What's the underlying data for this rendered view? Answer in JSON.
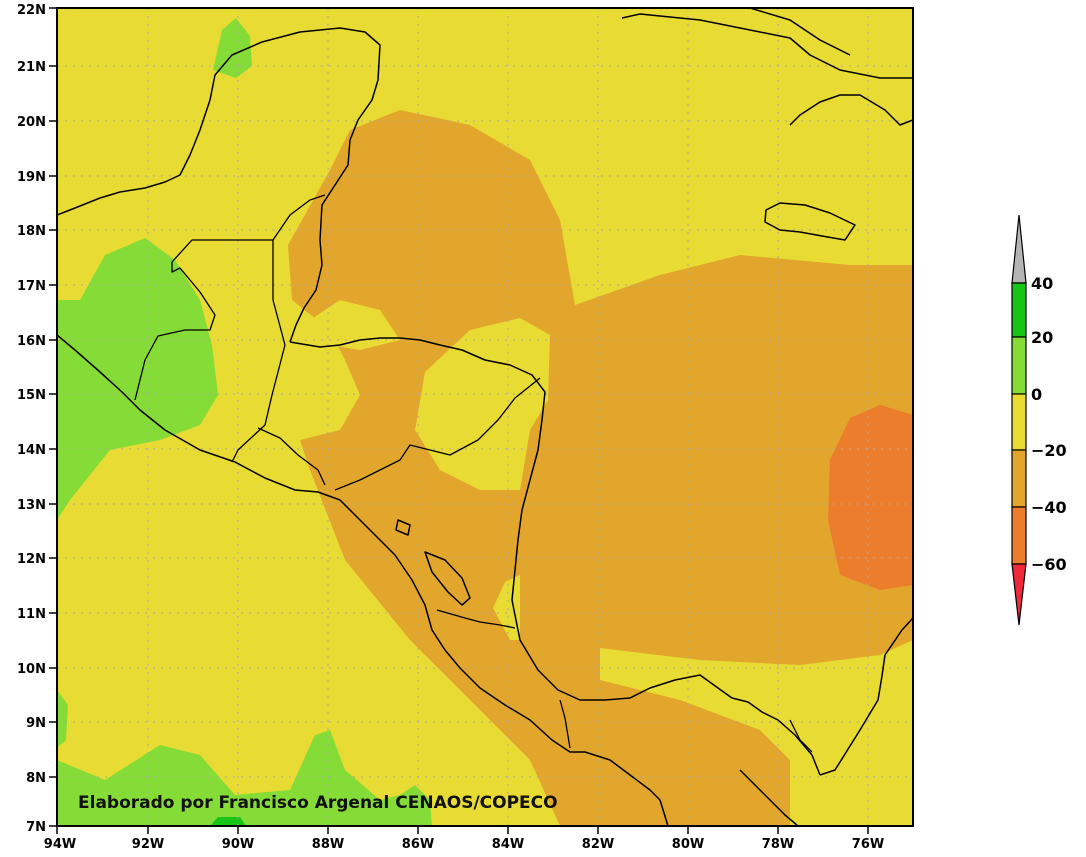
{
  "map": {
    "lat_labels": [
      "22N",
      "21N",
      "20N",
      "19N",
      "18N",
      "17N",
      "16N",
      "15N",
      "14N",
      "13N",
      "12N",
      "11N",
      "10N",
      "9N",
      "8N",
      "7N"
    ],
    "lon_labels": [
      "94W",
      "92W",
      "90W",
      "88W",
      "86W",
      "84W",
      "82W",
      "80W",
      "78W",
      "76W"
    ],
    "extent": {
      "lon_min": -94,
      "lon_max": -75,
      "lat_min": 7,
      "lat_max": 22
    },
    "grid": "dotted",
    "credit": "Elaborado por Francisco Argenal CENAOS/COPECO"
  },
  "colorbar": {
    "labels": [
      "40",
      "20",
      "0",
      "−20",
      "−40",
      "−60"
    ],
    "colors": {
      "above_40": "#b4b4b4",
      "20_40": "#16c516",
      "0_20": "#86dc36",
      "m20_0": "#e8db33",
      "m40_m20": "#e2a62d",
      "m60_m40": "#eb7d2c",
      "below_m60": "#f0283c"
    }
  }
}
